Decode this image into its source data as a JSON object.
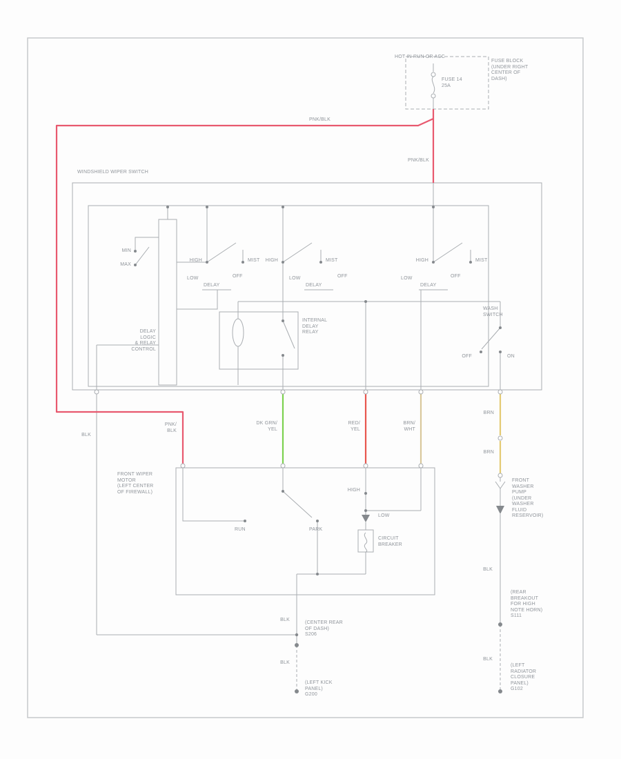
{
  "colors": {
    "pnk_blk": "#e8586e",
    "dk_grn_yel": "#7cd14f",
    "red_yel": "#e8564e",
    "brn_wht": "#d9c89c",
    "brn": "#e3ca73"
  },
  "fuse": {
    "hot_label": "HOT IN RUN OR ACC",
    "name": "FUSE 14\n25A",
    "location": "FUSE BLOCK\n(UNDER RIGHT\nCENTER OF\nDASH)"
  },
  "wiper_switch": {
    "title": "WINDSHIELD WIPER SWITCH",
    "min": "MIN",
    "max": "MAX",
    "groups": [
      {
        "high": "HIGH",
        "mist": "MIST",
        "low": "LOW",
        "delay": "DELAY",
        "off": "OFF"
      },
      {
        "high": "HIGH",
        "mist": "MIST",
        "low": "LOW",
        "delay": "DELAY",
        "off": "OFF"
      },
      {
        "high": "HIGH",
        "mist": "MIST",
        "low": "LOW",
        "delay": "DELAY",
        "off": "OFF"
      }
    ],
    "delay_logic": "DELAY\nLOGIC\n& RELAY\nCONTROL",
    "internal_relay": "INTERNAL\nDELAY\nRELAY",
    "wash_switch": "WASH\nSWITCH",
    "wash_off": "OFF",
    "wash_on": "ON"
  },
  "wire_labels": {
    "pnk_blk_top": "PNK/BLK",
    "pnk_blk_drop": "PNK/BLK",
    "pnk_blk_mid": "PNK/\nBLK",
    "blk_left": "BLK",
    "dk_grn_yel": "DK GRN/\nYEL",
    "red_yel": "RED/\nYEL",
    "brn_wht": "BRN/\nWHT",
    "brn_upper": "BRN",
    "brn_lower": "BRN",
    "blk_motor": "BLK",
    "blk_motor_dash": "BLK",
    "blk_pump": "BLK",
    "blk_pump_dash": "BLK"
  },
  "wiper_motor": {
    "label": "FRONT WIPER\nMOTOR\n(LEFT CENTER\nOF FIREWALL)",
    "run": "RUN",
    "park": "PARK",
    "high": "HIGH",
    "low": "LOW",
    "circuit_breaker": "CIRCUIT\nBREAKER"
  },
  "washer_pump": {
    "label": "FRONT\nWASHER\nPUMP\n(UNDER\nWASHER\nFLUID\nRESERVOIR)"
  },
  "grounds": {
    "motor_splice": "(CENTER REAR\nOF DASH)\nS206",
    "motor_ground": "(LEFT KICK\nPANEL)\nG200",
    "pump_splice": "(REAR\nBREAKOUT\nFOR HIGH\nNOTE HORN)\nS111",
    "pump_ground": "(LEFT\nRADIATOR\nCLOSURE\nPANEL)\nG102"
  }
}
